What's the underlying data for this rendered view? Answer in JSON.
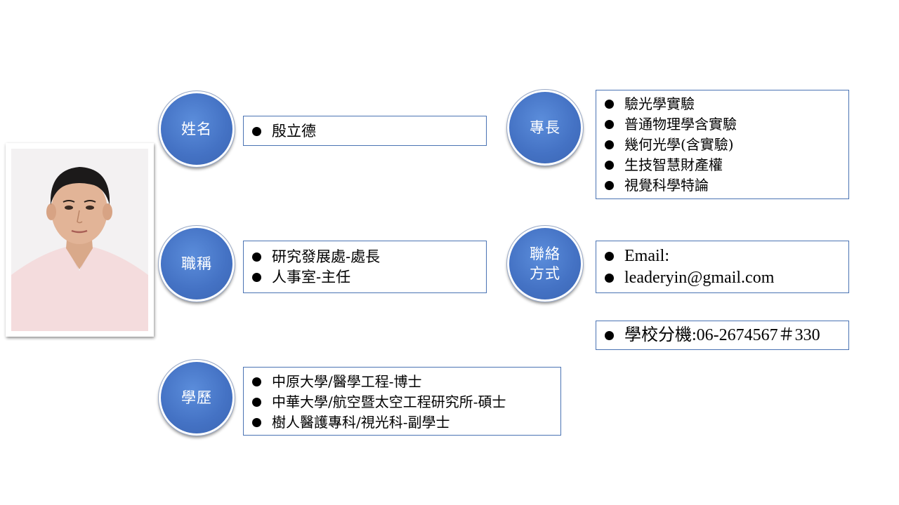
{
  "name": {
    "label": "姓名",
    "value": "殷立德"
  },
  "title": {
    "label": "職稱",
    "items": [
      "研究發展處-處長",
      "人事室-主任"
    ]
  },
  "education": {
    "label": "學歷",
    "items": [
      "中原大學/醫學工程-博士",
      "中華大學/航空暨太空工程研究所-碩士",
      "樹人醫護專科/視光科-副學士"
    ]
  },
  "expertise": {
    "label": "專長",
    "items": [
      "驗光學實驗",
      "普通物理學含實驗",
      "幾何光學(含實驗)",
      "生技智慧財產權",
      "視覺科學特論"
    ]
  },
  "contact": {
    "label": "聯絡\n方式",
    "items": [
      "Email:",
      "leaderyin@gmail.com"
    ],
    "extension": "學校分機:06-2674567＃330"
  },
  "colors": {
    "circle_fill": "#4472c4",
    "box_border": "#4a73b3"
  }
}
